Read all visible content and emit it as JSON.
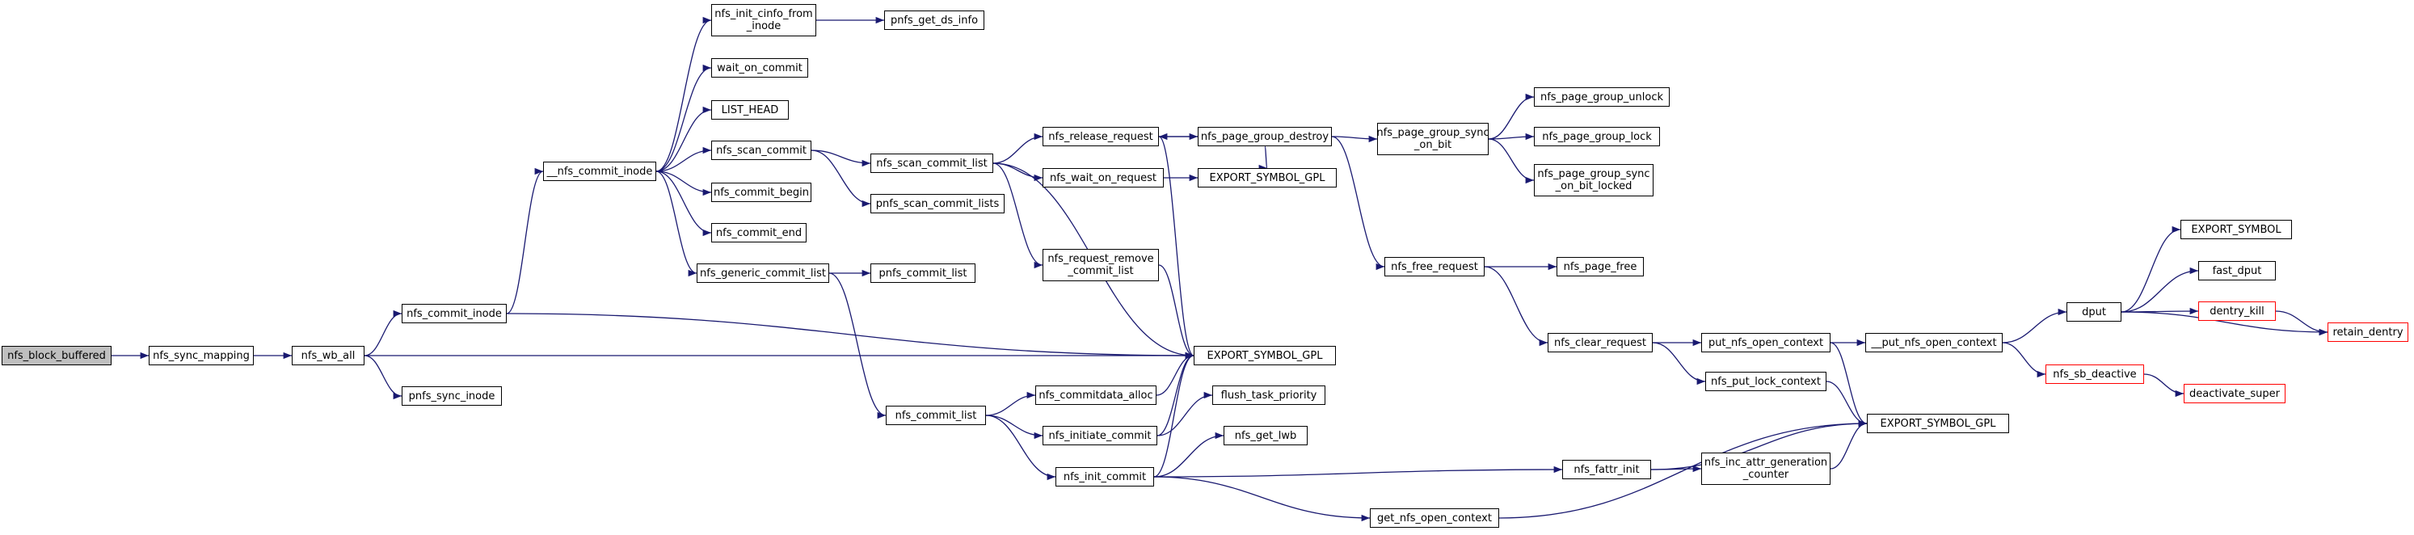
{
  "graph": {
    "edge_color": "#191970",
    "root_fill": "#bfbfbf",
    "truncated_border_color": "#ff0000",
    "nodes": [
      {
        "id": "nfs_block_buffered",
        "label": "nfs_block_buffered",
        "root": true
      },
      {
        "id": "nfs_sync_mapping",
        "label": "nfs_sync_mapping"
      },
      {
        "id": "nfs_wb_all",
        "label": "nfs_wb_all"
      },
      {
        "id": "nfs_commit_inode",
        "label": "nfs_commit_inode"
      },
      {
        "id": "pnfs_sync_inode",
        "label": "pnfs_sync_inode"
      },
      {
        "id": "__nfs_commit_inode",
        "label": "__nfs_commit_inode"
      },
      {
        "id": "nfs_init_cinfo_from_inode",
        "label": "nfs_init_cinfo_from\n_inode"
      },
      {
        "id": "wait_on_commit",
        "label": "wait_on_commit"
      },
      {
        "id": "LIST_HEAD",
        "label": "LIST_HEAD"
      },
      {
        "id": "nfs_scan_commit",
        "label": "nfs_scan_commit"
      },
      {
        "id": "nfs_commit_begin",
        "label": "nfs_commit_begin"
      },
      {
        "id": "nfs_commit_end",
        "label": "nfs_commit_end"
      },
      {
        "id": "nfs_generic_commit_list",
        "label": "nfs_generic_commit_list"
      },
      {
        "id": "pnfs_get_ds_info",
        "label": "pnfs_get_ds_info"
      },
      {
        "id": "nfs_scan_commit_list",
        "label": "nfs_scan_commit_list"
      },
      {
        "id": "pnfs_scan_commit_lists",
        "label": "pnfs_scan_commit_lists"
      },
      {
        "id": "pnfs_commit_list",
        "label": "pnfs_commit_list"
      },
      {
        "id": "nfs_commit_list",
        "label": "nfs_commit_list"
      },
      {
        "id": "nfs_release_request",
        "label": "nfs_release_request"
      },
      {
        "id": "nfs_wait_on_request",
        "label": "nfs_wait_on_request"
      },
      {
        "id": "nfs_request_remove_commit_list",
        "label": "nfs_request_remove\n_commit_list"
      },
      {
        "id": "EXPORT_SYMBOL_GPL_main",
        "label": "EXPORT_SYMBOL_GPL"
      },
      {
        "id": "nfs_commitdata_alloc",
        "label": "nfs_commitdata_alloc"
      },
      {
        "id": "nfs_initiate_commit",
        "label": "nfs_initiate_commit"
      },
      {
        "id": "nfs_init_commit",
        "label": "nfs_init_commit"
      },
      {
        "id": "nfs_page_group_destroy",
        "label": "nfs_page_group_destroy"
      },
      {
        "id": "EXPORT_SYMBOL_GPL_upper",
        "label": "EXPORT_SYMBOL_GPL"
      },
      {
        "id": "flush_task_priority",
        "label": "flush_task_priority"
      },
      {
        "id": "nfs_get_lwb",
        "label": "nfs_get_lwb"
      },
      {
        "id": "get_nfs_open_context",
        "label": "get_nfs_open_context"
      },
      {
        "id": "nfs_page_group_sync_on_bit",
        "label": "nfs_page_group_sync\n_on_bit"
      },
      {
        "id": "nfs_free_request",
        "label": "nfs_free_request"
      },
      {
        "id": "nfs_fattr_init",
        "label": "nfs_fattr_init"
      },
      {
        "id": "nfs_page_group_unlock",
        "label": "nfs_page_group_unlock"
      },
      {
        "id": "nfs_page_group_lock",
        "label": "nfs_page_group_lock"
      },
      {
        "id": "nfs_page_group_sync_on_bit_locked",
        "label": "nfs_page_group_sync\n_on_bit_locked"
      },
      {
        "id": "nfs_page_free",
        "label": "nfs_page_free"
      },
      {
        "id": "nfs_clear_request",
        "label": "nfs_clear_request"
      },
      {
        "id": "put_nfs_open_context",
        "label": "put_nfs_open_context"
      },
      {
        "id": "nfs_put_lock_context",
        "label": "nfs_put_lock_context"
      },
      {
        "id": "nfs_inc_attr_generation_counter",
        "label": "nfs_inc_attr_generation\n_counter"
      },
      {
        "id": "__put_nfs_open_context",
        "label": "__put_nfs_open_context"
      },
      {
        "id": "EXPORT_SYMBOL_GPL_right",
        "label": "EXPORT_SYMBOL_GPL"
      },
      {
        "id": "dput",
        "label": "dput"
      },
      {
        "id": "nfs_sb_deactive",
        "label": "nfs_sb_deactive",
        "truncated": true
      },
      {
        "id": "EXPORT_SYMBOL",
        "label": "EXPORT_SYMBOL"
      },
      {
        "id": "fast_dput",
        "label": "fast_dput"
      },
      {
        "id": "dentry_kill",
        "label": "dentry_kill",
        "truncated": true
      },
      {
        "id": "deactivate_super",
        "label": "deactivate_super",
        "truncated": true
      },
      {
        "id": "retain_dentry",
        "label": "retain_dentry",
        "truncated": true
      }
    ],
    "edges": [
      [
        "nfs_block_buffered",
        "nfs_sync_mapping"
      ],
      [
        "nfs_sync_mapping",
        "nfs_wb_all"
      ],
      [
        "nfs_wb_all",
        "nfs_commit_inode"
      ],
      [
        "nfs_wb_all",
        "pnfs_sync_inode"
      ],
      [
        "nfs_wb_all",
        "EXPORT_SYMBOL_GPL_main"
      ],
      [
        "nfs_commit_inode",
        "__nfs_commit_inode"
      ],
      [
        "nfs_commit_inode",
        "EXPORT_SYMBOL_GPL_main"
      ],
      [
        "__nfs_commit_inode",
        "nfs_init_cinfo_from_inode"
      ],
      [
        "__nfs_commit_inode",
        "wait_on_commit"
      ],
      [
        "__nfs_commit_inode",
        "LIST_HEAD"
      ],
      [
        "__nfs_commit_inode",
        "nfs_scan_commit"
      ],
      [
        "__nfs_commit_inode",
        "nfs_commit_begin"
      ],
      [
        "__nfs_commit_inode",
        "nfs_commit_end"
      ],
      [
        "__nfs_commit_inode",
        "nfs_generic_commit_list"
      ],
      [
        "nfs_init_cinfo_from_inode",
        "pnfs_get_ds_info"
      ],
      [
        "nfs_scan_commit",
        "nfs_scan_commit_list"
      ],
      [
        "nfs_scan_commit",
        "pnfs_scan_commit_lists"
      ],
      [
        "nfs_generic_commit_list",
        "pnfs_commit_list"
      ],
      [
        "nfs_generic_commit_list",
        "nfs_commit_list"
      ],
      [
        "nfs_scan_commit_list",
        "nfs_release_request"
      ],
      [
        "nfs_scan_commit_list",
        "nfs_wait_on_request"
      ],
      [
        "nfs_scan_commit_list",
        "nfs_request_remove_commit_list"
      ],
      [
        "nfs_scan_commit_list",
        "EXPORT_SYMBOL_GPL_main"
      ],
      [
        "nfs_commit_list",
        "nfs_commitdata_alloc"
      ],
      [
        "nfs_commit_list",
        "nfs_initiate_commit"
      ],
      [
        "nfs_commit_list",
        "nfs_init_commit"
      ],
      [
        "nfs_release_request",
        "nfs_page_group_destroy"
      ],
      [
        "nfs_release_request",
        "EXPORT_SYMBOL_GPL_main"
      ],
      [
        "nfs_page_group_destroy",
        "nfs_release_request"
      ],
      [
        "nfs_page_group_destroy",
        "EXPORT_SYMBOL_GPL_upper"
      ],
      [
        "nfs_page_group_destroy",
        "nfs_page_group_sync_on_bit"
      ],
      [
        "nfs_page_group_destroy",
        "nfs_free_request"
      ],
      [
        "nfs_wait_on_request",
        "EXPORT_SYMBOL_GPL_upper"
      ],
      [
        "nfs_request_remove_commit_list",
        "EXPORT_SYMBOL_GPL_main"
      ],
      [
        "nfs_commitdata_alloc",
        "EXPORT_SYMBOL_GPL_main"
      ],
      [
        "nfs_initiate_commit",
        "EXPORT_SYMBOL_GPL_main"
      ],
      [
        "nfs_initiate_commit",
        "flush_task_priority"
      ],
      [
        "nfs_init_commit",
        "EXPORT_SYMBOL_GPL_main"
      ],
      [
        "nfs_init_commit",
        "nfs_get_lwb"
      ],
      [
        "nfs_init_commit",
        "get_nfs_open_context"
      ],
      [
        "nfs_init_commit",
        "nfs_fattr_init"
      ],
      [
        "nfs_page_group_sync_on_bit",
        "nfs_page_group_unlock"
      ],
      [
        "nfs_page_group_sync_on_bit",
        "nfs_page_group_lock"
      ],
      [
        "nfs_page_group_sync_on_bit",
        "nfs_page_group_sync_on_bit_locked"
      ],
      [
        "nfs_free_request",
        "nfs_page_free"
      ],
      [
        "nfs_free_request",
        "nfs_clear_request"
      ],
      [
        "nfs_clear_request",
        "put_nfs_open_context"
      ],
      [
        "nfs_clear_request",
        "nfs_put_lock_context"
      ],
      [
        "put_nfs_open_context",
        "__put_nfs_open_context"
      ],
      [
        "put_nfs_open_context",
        "EXPORT_SYMBOL_GPL_right"
      ],
      [
        "nfs_put_lock_context",
        "EXPORT_SYMBOL_GPL_right"
      ],
      [
        "nfs_fattr_init",
        "EXPORT_SYMBOL_GPL_right"
      ],
      [
        "nfs_fattr_init",
        "nfs_inc_attr_generation_counter"
      ],
      [
        "nfs_inc_attr_generation_counter",
        "EXPORT_SYMBOL_GPL_right"
      ],
      [
        "get_nfs_open_context",
        "EXPORT_SYMBOL_GPL_right"
      ],
      [
        "__put_nfs_open_context",
        "dput"
      ],
      [
        "__put_nfs_open_context",
        "nfs_sb_deactive"
      ],
      [
        "dput",
        "EXPORT_SYMBOL"
      ],
      [
        "dput",
        "fast_dput"
      ],
      [
        "dput",
        "dentry_kill"
      ],
      [
        "dput",
        "retain_dentry"
      ],
      [
        "dentry_kill",
        "retain_dentry"
      ],
      [
        "nfs_sb_deactive",
        "deactivate_super"
      ]
    ]
  }
}
